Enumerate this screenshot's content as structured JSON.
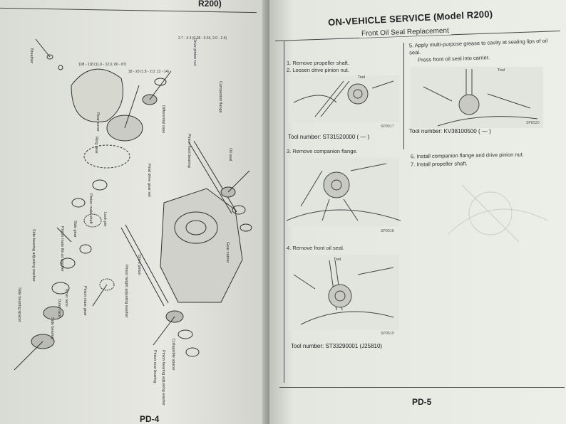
{
  "left_page": {
    "header_fragment": "R200)",
    "page_number": "PD-4",
    "part_labels": [
      "Pinion mate shaft",
      "Side gear",
      "Pinion mate thrust washer",
      "Side bearing adjusting washer",
      "Side bearing spacer",
      "Side bearing",
      "Pinion mate gear",
      "Inner race",
      "Outer race",
      "Lock pin",
      "Differential case",
      "Ring gear",
      "Final drive gear set",
      "Drive pinion",
      "Pinion height adjusting washer",
      "Pinion rear bearing",
      "Collapsible spacer",
      "Pinion bearing adjusting washer",
      "Pinion front bearing",
      "Oil seal",
      "Companion flange",
      "Drive pinion nut",
      "Gear carrier",
      "Rear cover",
      "Breather"
    ]
  },
  "right_page": {
    "header_title": "ON-VEHICLE SERVICE (Model R200)",
    "section_title": "Front Oil Seal Replacement",
    "steps_left": [
      "1. Remove propeller shaft.",
      "2. Loosen drive pinion nut."
    ],
    "tool1": "Tool number: ST31520000 (    —    )",
    "fig1": "SPD517",
    "step3": "3. Remove companion flange.",
    "fig2": "SPD518",
    "step4": "4. Remove front oil seal.",
    "fig3": "SPD519",
    "tool3": "Tool number: ST33290001 (J25810)",
    "step5": "5. Apply multi-purpose grease to cavity at sealing lips of oil seal.",
    "step5b": "Press front oil seal into carrier.",
    "fig4": "SPD520",
    "tool4": "Tool number: KV38100500 (    —    )",
    "step6": "6. Install companion flange and drive pinion nut.",
    "step7": "7. Install propeller shaft.",
    "tool_label": "Tool",
    "page_number": "PD-5"
  }
}
